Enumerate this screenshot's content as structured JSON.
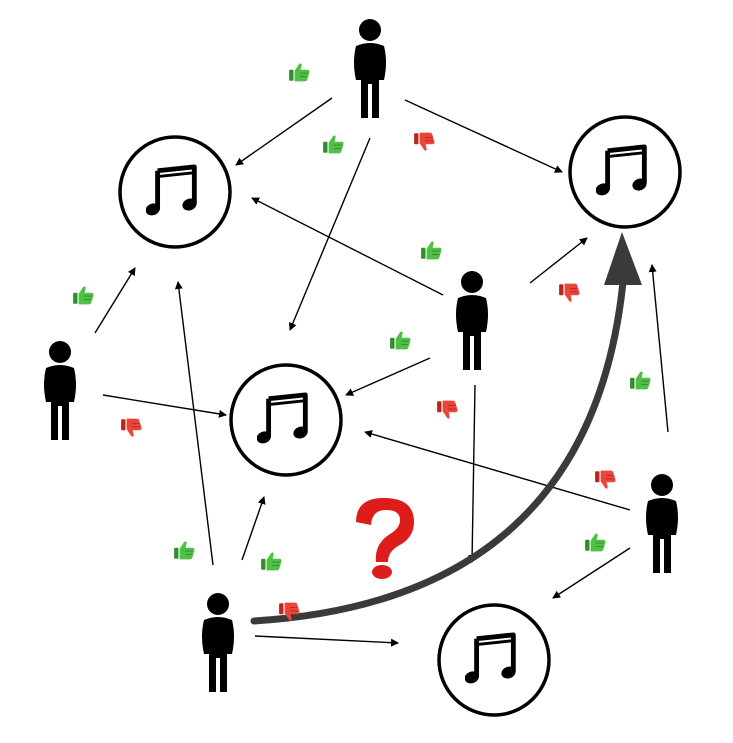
{
  "diagram": {
    "nodes": {
      "users": [
        {
          "id": "user-top"
        },
        {
          "id": "user-center-right"
        },
        {
          "id": "user-left"
        },
        {
          "id": "user-bottom-left"
        },
        {
          "id": "user-right"
        }
      ],
      "songs": [
        {
          "id": "song-top-left",
          "icon": "music-note-icon"
        },
        {
          "id": "song-top-right",
          "icon": "music-note-icon"
        },
        {
          "id": "song-center",
          "icon": "music-note-icon"
        },
        {
          "id": "song-bottom-right",
          "icon": "music-note-icon"
        }
      ]
    },
    "edges": [
      {
        "from": "user-top",
        "to": "song-top-left",
        "rating": "like"
      },
      {
        "from": "user-top",
        "to": "song-center",
        "rating": "like"
      },
      {
        "from": "user-top",
        "to": "song-top-right",
        "rating": "dislike"
      },
      {
        "from": "user-center-right",
        "to": "song-top-left",
        "rating": "like"
      },
      {
        "from": "user-center-right",
        "to": "song-top-right",
        "rating": "dislike"
      },
      {
        "from": "user-center-right",
        "to": "song-center",
        "rating": "like"
      },
      {
        "from": "user-center-right",
        "to": "song-bottom-right",
        "rating": "dislike"
      },
      {
        "from": "user-left",
        "to": "song-top-left",
        "rating": "like"
      },
      {
        "from": "user-left",
        "to": "song-center",
        "rating": "dislike"
      },
      {
        "from": "user-bottom-left",
        "to": "song-top-left",
        "rating": "like"
      },
      {
        "from": "user-bottom-left",
        "to": "song-center",
        "rating": "like"
      },
      {
        "from": "user-bottom-left",
        "to": "song-bottom-right",
        "rating": "dislike"
      },
      {
        "from": "user-right",
        "to": "song-top-right",
        "rating": "like"
      },
      {
        "from": "user-right",
        "to": "song-center",
        "rating": "dislike"
      },
      {
        "from": "user-right",
        "to": "song-bottom-right",
        "rating": "like"
      }
    ],
    "prediction": {
      "from": "user-bottom-left",
      "to": "song-top-right",
      "marker": "question-mark-icon"
    },
    "colors": {
      "arrow": "#000000",
      "prediction_arrow": "#3a3a3a",
      "like": "#3aa835",
      "dislike": "#e23a2e",
      "question": "#dd1c1c",
      "person": "#000000"
    }
  }
}
